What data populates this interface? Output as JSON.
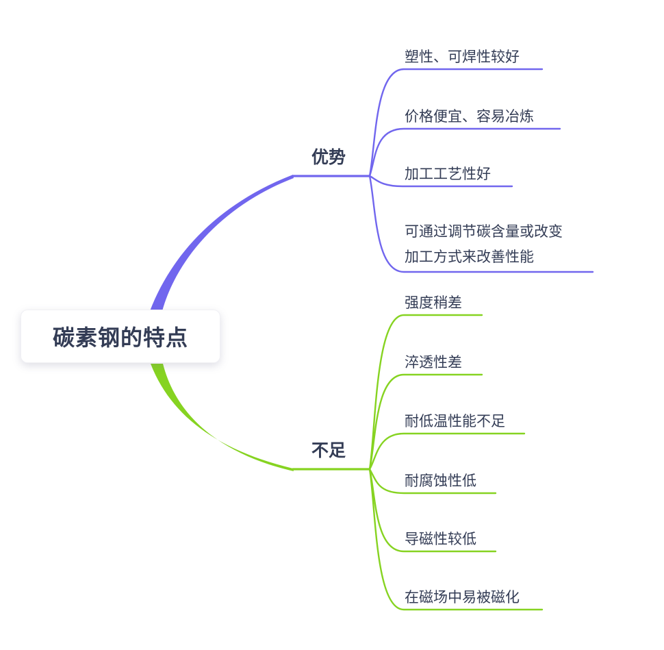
{
  "root": {
    "label": "碳素钢的特点"
  },
  "colors": {
    "purple": "#7166ee",
    "green": "#86d321",
    "text": "#333c55",
    "background": "#ffffff"
  },
  "branches": [
    {
      "label": "优势",
      "color": "#7166ee",
      "children": [
        {
          "label": "塑性、可焊性较好"
        },
        {
          "label": "价格便宜、容易冶炼"
        },
        {
          "label": "加工工艺性好"
        },
        {
          "label": "可通过调节碳含量或改变\n加工方式来改善性能"
        }
      ]
    },
    {
      "label": "不足",
      "color": "#86d321",
      "children": [
        {
          "label": "强度稍差"
        },
        {
          "label": "淬透性差"
        },
        {
          "label": "耐低温性能不足"
        },
        {
          "label": "耐腐蚀性低"
        },
        {
          "label": "导磁性较低"
        },
        {
          "label": "在磁场中易被磁化"
        }
      ]
    }
  ]
}
